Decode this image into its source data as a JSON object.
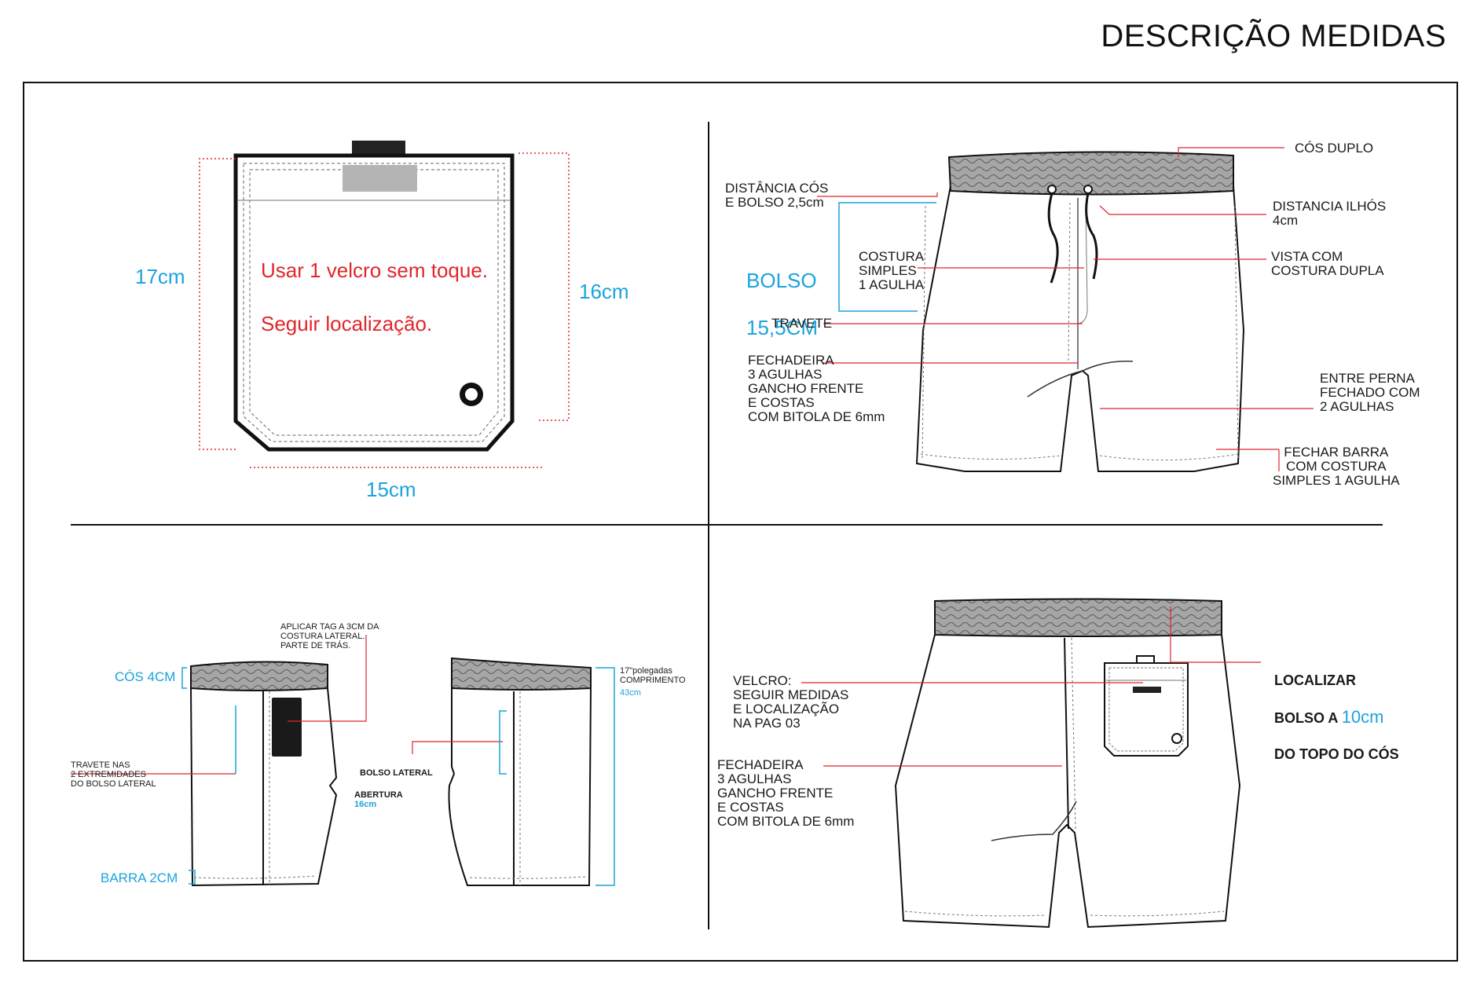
{
  "title": "DESCRIÇÃO MEDIDAS",
  "colors": {
    "accent_blue": "#1ba3dc",
    "leader_red": "#e0262b",
    "waistband_gray": "#9a9a9a",
    "line": "#111111"
  },
  "pocket_detail": {
    "note_line1": "Usar 1 velcro sem toque.",
    "note_line2": "Seguir localização.",
    "height_outer": "17cm",
    "height_inner": "16cm",
    "width": "15cm"
  },
  "front_view": {
    "cos_duplo": "CÓS DUPLO",
    "distancia_cos_bolso": "DISTÂNCIA CÓS\nE BOLSO 2,5cm",
    "distancia_ilhos": "DISTANCIA ILHÓS\n4cm",
    "bolso_line1": "BOLSO",
    "bolso_line2": "15,5CM",
    "costura_simples": "COSTURA\nSIMPLES\n1 AGULHA",
    "vista_costura": "VISTA COM\nCOSTURA DUPLA",
    "travete": "TRAVETE",
    "fechadeira": "FECHADEIRA\n3 AGULHAS\nGANCHO FRENTE\nE COSTAS\nCOM BITOLA DE 6mm",
    "entre_perna": "ENTRE PERNA\nFECHADO COM\n2 AGULHAS",
    "fechar_barra": "FECHAR BARRA\nCOM COSTURA\nSIMPLES 1 AGULHA"
  },
  "side_view": {
    "aplicar_tag": "APLICAR TAG A 3CM DA\nCOSTURA LATERAL.\nPARTE DE TRÁS.",
    "cos_4cm": "CÓS 4CM",
    "travete_nas": "TRAVETE  NAS\n2 EXTREMIDADES\nDO  BOLSO LATERAL",
    "barra_2cm": "BARRA 2CM",
    "bolso_lateral": "BOLSO  LATERAL",
    "abertura": "ABERTURA",
    "abertura_value": "16cm",
    "polegadas": "17\"polegadas\nCOMPRIMENTO",
    "comprimento_cm": "43cm"
  },
  "back_view": {
    "velcro": "VELCRO:\nSEGUIR MEDIDAS\nE LOCALIZAÇÃO\nNA PAG 03",
    "fechadeira": "FECHADEIRA\n3 AGULHAS\nGANCHO FRENTE\nE COSTAS\nCOM BITOLA DE 6mm",
    "localizar_line1": "LOCALIZAR",
    "localizar_line2": "BOLSO A",
    "localizar_value": "10cm",
    "localizar_line3": "DO TOPO DO CÓS"
  }
}
